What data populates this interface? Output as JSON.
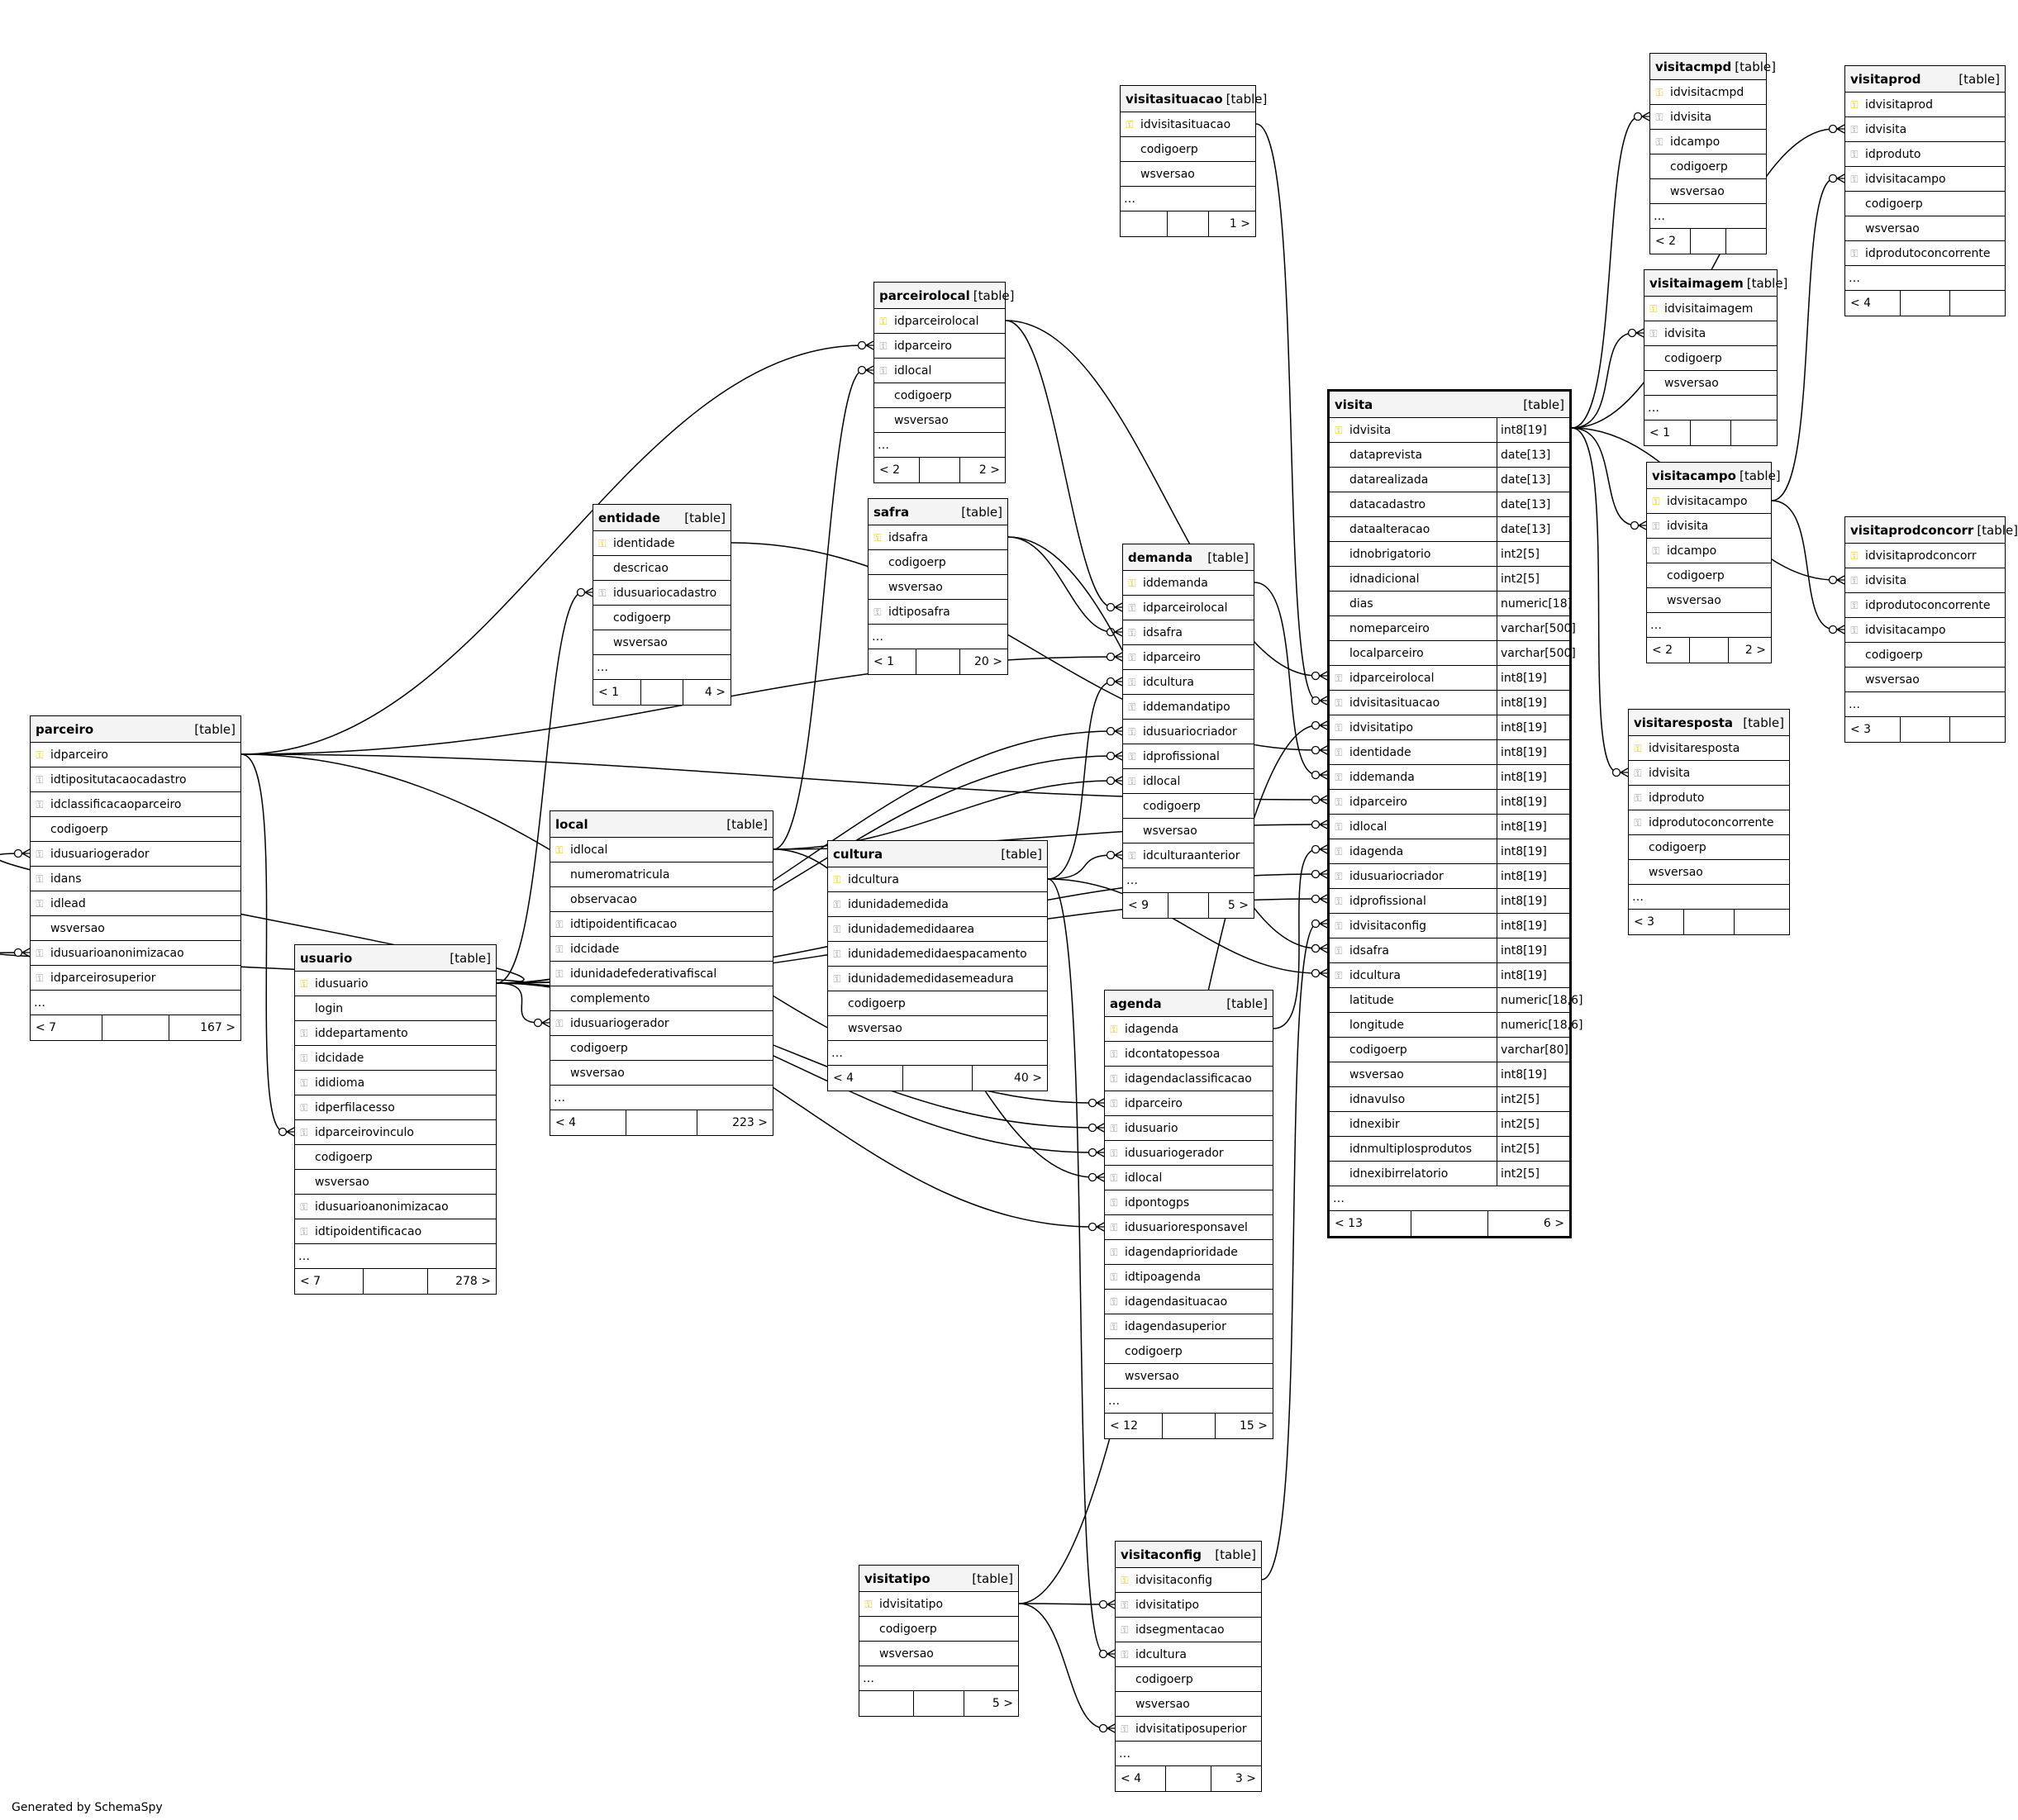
{
  "footer_text": "Generated by SchemaSpy",
  "table_tag": "[table]",
  "tables": [
    {
      "id": "parceiro",
      "name": "parceiro",
      "columns": [
        {
          "name": "idparceiro",
          "key": "pk"
        },
        {
          "name": "idtipositutacaocadastro",
          "key": "fk"
        },
        {
          "name": "idclassificacaoparceiro",
          "key": "fk"
        },
        {
          "name": "codigoerp",
          "key": ""
        },
        {
          "name": "idusuariogerador",
          "key": "fk"
        },
        {
          "name": "idans",
          "key": "fk"
        },
        {
          "name": "idlead",
          "key": "fk"
        },
        {
          "name": "wsversao",
          "key": ""
        },
        {
          "name": "idusuarioanonimizacao",
          "key": "fk"
        },
        {
          "name": "idparceirosuperior",
          "key": "fk"
        }
      ],
      "parents": "< 7",
      "children": "167 >"
    },
    {
      "id": "usuario",
      "name": "usuario",
      "columns": [
        {
          "name": "idusuario",
          "key": "pk"
        },
        {
          "name": "login",
          "key": ""
        },
        {
          "name": "iddepartamento",
          "key": "fk"
        },
        {
          "name": "idcidade",
          "key": "fk"
        },
        {
          "name": "ididioma",
          "key": "fk"
        },
        {
          "name": "idperfilacesso",
          "key": "fk"
        },
        {
          "name": "idparceirovinculo",
          "key": "fk"
        },
        {
          "name": "codigoerp",
          "key": ""
        },
        {
          "name": "wsversao",
          "key": ""
        },
        {
          "name": "idusuarioanonimizacao",
          "key": "fk"
        },
        {
          "name": "idtipoidentificacao",
          "key": "fk"
        }
      ],
      "parents": "< 7",
      "children": "278 >"
    },
    {
      "id": "entidade",
      "name": "entidade",
      "columns": [
        {
          "name": "identidade",
          "key": "pk"
        },
        {
          "name": "descricao",
          "key": ""
        },
        {
          "name": "idusuariocadastro",
          "key": "fk"
        },
        {
          "name": "codigoerp",
          "key": ""
        },
        {
          "name": "wsversao",
          "key": ""
        }
      ],
      "parents": "< 1",
      "children": "4 >"
    },
    {
      "id": "local",
      "name": "local",
      "columns": [
        {
          "name": "idlocal",
          "key": "pk"
        },
        {
          "name": "numeromatricula",
          "key": ""
        },
        {
          "name": "observacao",
          "key": ""
        },
        {
          "name": "idtipoidentificacao",
          "key": "fk"
        },
        {
          "name": "idcidade",
          "key": "fk"
        },
        {
          "name": "idunidadefederativafiscal",
          "key": "fk"
        },
        {
          "name": "complemento",
          "key": ""
        },
        {
          "name": "idusuariogerador",
          "key": "fk"
        },
        {
          "name": "codigoerp",
          "key": ""
        },
        {
          "name": "wsversao",
          "key": ""
        }
      ],
      "parents": "< 4",
      "children": "223 >"
    },
    {
      "id": "parceirolocal",
      "name": "parceirolocal",
      "columns": [
        {
          "name": "idparceirolocal",
          "key": "pk"
        },
        {
          "name": "idparceiro",
          "key": "fk"
        },
        {
          "name": "idlocal",
          "key": "fk"
        },
        {
          "name": "codigoerp",
          "key": ""
        },
        {
          "name": "wsversao",
          "key": ""
        }
      ],
      "parents": "< 2",
      "children": "2 >"
    },
    {
      "id": "safra",
      "name": "safra",
      "columns": [
        {
          "name": "idsafra",
          "key": "pk"
        },
        {
          "name": "codigoerp",
          "key": ""
        },
        {
          "name": "wsversao",
          "key": ""
        },
        {
          "name": "idtiposafra",
          "key": "fk"
        }
      ],
      "parents": "< 1",
      "children": "20 >"
    },
    {
      "id": "cultura",
      "name": "cultura",
      "columns": [
        {
          "name": "idcultura",
          "key": "pk"
        },
        {
          "name": "idunidademedida",
          "key": "fk"
        },
        {
          "name": "idunidademedidaarea",
          "key": "fk"
        },
        {
          "name": "idunidademedidaespacamento",
          "key": "fk"
        },
        {
          "name": "idunidademedidasemeadura",
          "key": "fk"
        },
        {
          "name": "codigoerp",
          "key": ""
        },
        {
          "name": "wsversao",
          "key": ""
        }
      ],
      "parents": "< 4",
      "children": "40 >"
    },
    {
      "id": "visitasituacao",
      "name": "visitasituacao",
      "columns": [
        {
          "name": "idvisitasituacao",
          "key": "pk"
        },
        {
          "name": "codigoerp",
          "key": ""
        },
        {
          "name": "wsversao",
          "key": ""
        }
      ],
      "parents": "",
      "children": "1 >"
    },
    {
      "id": "demanda",
      "name": "demanda",
      "columns": [
        {
          "name": "iddemanda",
          "key": "pk"
        },
        {
          "name": "idparceirolocal",
          "key": "fk"
        },
        {
          "name": "idsafra",
          "key": "fk"
        },
        {
          "name": "idparceiro",
          "key": "fk"
        },
        {
          "name": "idcultura",
          "key": "fk"
        },
        {
          "name": "iddemandatipo",
          "key": "fk"
        },
        {
          "name": "idusuariocriador",
          "key": "fk"
        },
        {
          "name": "idprofissional",
          "key": "fk"
        },
        {
          "name": "idlocal",
          "key": "fk"
        },
        {
          "name": "codigoerp",
          "key": ""
        },
        {
          "name": "wsversao",
          "key": ""
        },
        {
          "name": "idculturaanterior",
          "key": "fk"
        }
      ],
      "parents": "< 9",
      "children": "5 >"
    },
    {
      "id": "agenda",
      "name": "agenda",
      "columns": [
        {
          "name": "idagenda",
          "key": "pk"
        },
        {
          "name": "idcontatopessoa",
          "key": "fk"
        },
        {
          "name": "idagendaclassificacao",
          "key": "fk"
        },
        {
          "name": "idparceiro",
          "key": "fk"
        },
        {
          "name": "idusuario",
          "key": "fk"
        },
        {
          "name": "idusuariogerador",
          "key": "fk"
        },
        {
          "name": "idlocal",
          "key": "fk"
        },
        {
          "name": "idpontogps",
          "key": "fk"
        },
        {
          "name": "idusuarioresponsavel",
          "key": "fk"
        },
        {
          "name": "idagendaprioridade",
          "key": "fk"
        },
        {
          "name": "idtipoagenda",
          "key": "fk"
        },
        {
          "name": "idagendasituacao",
          "key": "fk"
        },
        {
          "name": "idagendasuperior",
          "key": "fk"
        },
        {
          "name": "codigoerp",
          "key": ""
        },
        {
          "name": "wsversao",
          "key": ""
        }
      ],
      "parents": "< 12",
      "children": "15 >"
    },
    {
      "id": "visitatipo",
      "name": "visitatipo",
      "columns": [
        {
          "name": "idvisitatipo",
          "key": "pk"
        },
        {
          "name": "codigoerp",
          "key": ""
        },
        {
          "name": "wsversao",
          "key": ""
        }
      ],
      "parents": "",
      "children": "5 >"
    },
    {
      "id": "visitaconfig",
      "name": "visitaconfig",
      "columns": [
        {
          "name": "idvisitaconfig",
          "key": "pk"
        },
        {
          "name": "idvisitatipo",
          "key": "fk"
        },
        {
          "name": "idsegmentacao",
          "key": "fk"
        },
        {
          "name": "idcultura",
          "key": "fk"
        },
        {
          "name": "codigoerp",
          "key": ""
        },
        {
          "name": "wsversao",
          "key": ""
        },
        {
          "name": "idvisitatiposuperior",
          "key": "fk"
        }
      ],
      "parents": "< 4",
      "children": "3 >"
    },
    {
      "id": "visita",
      "name": "visita",
      "columns": [
        {
          "name": "idvisita",
          "key": "pk",
          "type": "int8[19]"
        },
        {
          "name": "dataprevista",
          "key": "",
          "type": "date[13]"
        },
        {
          "name": "datarealizada",
          "key": "",
          "type": "date[13]"
        },
        {
          "name": "datacadastro",
          "key": "",
          "type": "date[13]"
        },
        {
          "name": "dataalteracao",
          "key": "",
          "type": "date[13]"
        },
        {
          "name": "idnobrigatorio",
          "key": "",
          "type": "int2[5]"
        },
        {
          "name": "idnadicional",
          "key": "",
          "type": "int2[5]"
        },
        {
          "name": "dias",
          "key": "",
          "type": "numeric[18]"
        },
        {
          "name": "nomeparceiro",
          "key": "",
          "type": "varchar[500]"
        },
        {
          "name": "localparceiro",
          "key": "",
          "type": "varchar[500]"
        },
        {
          "name": "idparceirolocal",
          "key": "fk",
          "type": "int8[19]"
        },
        {
          "name": "idvisitasituacao",
          "key": "fk",
          "type": "int8[19]"
        },
        {
          "name": "idvisitatipo",
          "key": "fk",
          "type": "int8[19]"
        },
        {
          "name": "identidade",
          "key": "fk",
          "type": "int8[19]"
        },
        {
          "name": "iddemanda",
          "key": "fk",
          "type": "int8[19]"
        },
        {
          "name": "idparceiro",
          "key": "fk",
          "type": "int8[19]"
        },
        {
          "name": "idlocal",
          "key": "fk",
          "type": "int8[19]"
        },
        {
          "name": "idagenda",
          "key": "fk",
          "type": "int8[19]"
        },
        {
          "name": "idusuariocriador",
          "key": "fk",
          "type": "int8[19]"
        },
        {
          "name": "idprofissional",
          "key": "fk",
          "type": "int8[19]"
        },
        {
          "name": "idvisitaconfig",
          "key": "fk",
          "type": "int8[19]"
        },
        {
          "name": "idsafra",
          "key": "fk",
          "type": "int8[19]"
        },
        {
          "name": "idcultura",
          "key": "fk",
          "type": "int8[19]"
        },
        {
          "name": "latitude",
          "key": "",
          "type": "numeric[18,6]"
        },
        {
          "name": "longitude",
          "key": "",
          "type": "numeric[18,6]"
        },
        {
          "name": "codigoerp",
          "key": "",
          "type": "varchar[80]"
        },
        {
          "name": "wsversao",
          "key": "",
          "type": "int8[19]"
        },
        {
          "name": "idnavulso",
          "key": "",
          "type": "int2[5]"
        },
        {
          "name": "idnexibir",
          "key": "",
          "type": "int2[5]"
        },
        {
          "name": "idnmultiplosprodutos",
          "key": "",
          "type": "int2[5]"
        },
        {
          "name": "idnexibirrelatorio",
          "key": "",
          "type": "int2[5]"
        }
      ],
      "parents": "< 13",
      "children": "6 >"
    },
    {
      "id": "visitacmpd",
      "name": "visitacmpd",
      "columns": [
        {
          "name": "idvisitacmpd",
          "key": "pk"
        },
        {
          "name": "idvisita",
          "key": "fk"
        },
        {
          "name": "idcampo",
          "key": "fk"
        },
        {
          "name": "codigoerp",
          "key": ""
        },
        {
          "name": "wsversao",
          "key": ""
        }
      ],
      "parents": "< 2",
      "children": ""
    },
    {
      "id": "visitaimagem",
      "name": "visitaimagem",
      "columns": [
        {
          "name": "idvisitaimagem",
          "key": "pk"
        },
        {
          "name": "idvisita",
          "key": "fk"
        },
        {
          "name": "codigoerp",
          "key": ""
        },
        {
          "name": "wsversao",
          "key": ""
        }
      ],
      "parents": "< 1",
      "children": ""
    },
    {
      "id": "visitacampo",
      "name": "visitacampo",
      "columns": [
        {
          "name": "idvisitacampo",
          "key": "pk"
        },
        {
          "name": "idvisita",
          "key": "fk"
        },
        {
          "name": "idcampo",
          "key": "fk"
        },
        {
          "name": "codigoerp",
          "key": ""
        },
        {
          "name": "wsversao",
          "key": ""
        }
      ],
      "parents": "< 2",
      "children": "2 >"
    },
    {
      "id": "visitaresposta",
      "name": "visitaresposta",
      "columns": [
        {
          "name": "idvisitaresposta",
          "key": "pk"
        },
        {
          "name": "idvisita",
          "key": "fk"
        },
        {
          "name": "idproduto",
          "key": "fk"
        },
        {
          "name": "idprodutoconcorrente",
          "key": "fk"
        },
        {
          "name": "codigoerp",
          "key": ""
        },
        {
          "name": "wsversao",
          "key": ""
        }
      ],
      "parents": "< 3",
      "children": ""
    },
    {
      "id": "visitaprod",
      "name": "visitaprod",
      "columns": [
        {
          "name": "idvisitaprod",
          "key": "pk"
        },
        {
          "name": "idvisita",
          "key": "fk"
        },
        {
          "name": "idproduto",
          "key": "fk"
        },
        {
          "name": "idvisitacampo",
          "key": "fk"
        },
        {
          "name": "codigoerp",
          "key": ""
        },
        {
          "name": "wsversao",
          "key": ""
        },
        {
          "name": "idprodutoconcorrente",
          "key": "fk"
        }
      ],
      "parents": "< 4",
      "children": ""
    },
    {
      "id": "visitaprodconcorr",
      "name": "visitaprodconcorr",
      "columns": [
        {
          "name": "idvisitaprodconcorr",
          "key": "pk"
        },
        {
          "name": "idvisita",
          "key": "fk"
        },
        {
          "name": "idprodutoconcorrente",
          "key": "fk"
        },
        {
          "name": "idvisitacampo",
          "key": "fk"
        },
        {
          "name": "codigoerp",
          "key": ""
        },
        {
          "name": "wsversao",
          "key": ""
        }
      ],
      "parents": "< 3",
      "children": ""
    }
  ],
  "relations": [
    [
      "parceiro",
      "idparceiro",
      "parceirolocal",
      "idparceiro"
    ],
    [
      "local",
      "idlocal",
      "parceirolocal",
      "idlocal"
    ],
    [
      "usuario",
      "idusuario",
      "entidade",
      "idusuariocadastro"
    ],
    [
      "usuario",
      "idusuario",
      "local",
      "idusuariogerador"
    ],
    [
      "usuario",
      "idusuario",
      "parceiro",
      "idusuariogerador"
    ],
    [
      "usuario",
      "idusuario",
      "parceiro",
      "idusuarioanonimizacao"
    ],
    [
      "parceiro",
      "idparceiro",
      "usuario",
      "idparceirovinculo"
    ],
    [
      "parceirolocal",
      "idparceirolocal",
      "demanda",
      "idparceirolocal"
    ],
    [
      "safra",
      "idsafra",
      "demanda",
      "idsafra"
    ],
    [
      "parceiro",
      "idparceiro",
      "demanda",
      "idparceiro"
    ],
    [
      "cultura",
      "idcultura",
      "demanda",
      "idcultura"
    ],
    [
      "usuario",
      "idusuario",
      "demanda",
      "idusuariocriador"
    ],
    [
      "usuario",
      "idusuario",
      "demanda",
      "idprofissional"
    ],
    [
      "local",
      "idlocal",
      "demanda",
      "idlocal"
    ],
    [
      "cultura",
      "idcultura",
      "demanda",
      "idculturaanterior"
    ],
    [
      "parceiro",
      "idparceiro",
      "agenda",
      "idparceiro"
    ],
    [
      "usuario",
      "idusuario",
      "agenda",
      "idusuario"
    ],
    [
      "usuario",
      "idusuario",
      "agenda",
      "idusuariogerador"
    ],
    [
      "local",
      "idlocal",
      "agenda",
      "idlocal"
    ],
    [
      "usuario",
      "idusuario",
      "agenda",
      "idusuarioresponsavel"
    ],
    [
      "visitatipo",
      "idvisitatipo",
      "visitaconfig",
      "idvisitatipo"
    ],
    [
      "cultura",
      "idcultura",
      "visitaconfig",
      "idcultura"
    ],
    [
      "visitatipo",
      "idvisitatipo",
      "visitaconfig",
      "idvisitatiposuperior"
    ],
    [
      "parceirolocal",
      "idparceirolocal",
      "visita",
      "idparceirolocal"
    ],
    [
      "visitasituacao",
      "idvisitasituacao",
      "visita",
      "idvisitasituacao"
    ],
    [
      "visitatipo",
      "idvisitatipo",
      "visita",
      "idvisitatipo"
    ],
    [
      "entidade",
      "identidade",
      "visita",
      "identidade"
    ],
    [
      "demanda",
      "iddemanda",
      "visita",
      "iddemanda"
    ],
    [
      "parceiro",
      "idparceiro",
      "visita",
      "idparceiro"
    ],
    [
      "local",
      "idlocal",
      "visita",
      "idlocal"
    ],
    [
      "agenda",
      "idagenda",
      "visita",
      "idagenda"
    ],
    [
      "usuario",
      "idusuario",
      "visita",
      "idusuariocriador"
    ],
    [
      "usuario",
      "idusuario",
      "visita",
      "idprofissional"
    ],
    [
      "visitaconfig",
      "idvisitaconfig",
      "visita",
      "idvisitaconfig"
    ],
    [
      "safra",
      "idsafra",
      "visita",
      "idsafra"
    ],
    [
      "cultura",
      "idcultura",
      "visita",
      "idcultura"
    ],
    [
      "visita",
      "idvisita",
      "visitacmpd",
      "idvisita"
    ],
    [
      "visita",
      "idvisita",
      "visitaimagem",
      "idvisita"
    ],
    [
      "visita",
      "idvisita",
      "visitacampo",
      "idvisita"
    ],
    [
      "visita",
      "idvisita",
      "visitaresposta",
      "idvisita"
    ],
    [
      "visita",
      "idvisita",
      "visitaprod",
      "idvisita"
    ],
    [
      "visita",
      "idvisita",
      "visitaprodconcorr",
      "idvisita"
    ],
    [
      "visitacampo",
      "idvisitacampo",
      "visitaprod",
      "idvisitacampo"
    ],
    [
      "visitacampo",
      "idvisitacampo",
      "visitaprodconcorr",
      "idvisitacampo"
    ]
  ]
}
